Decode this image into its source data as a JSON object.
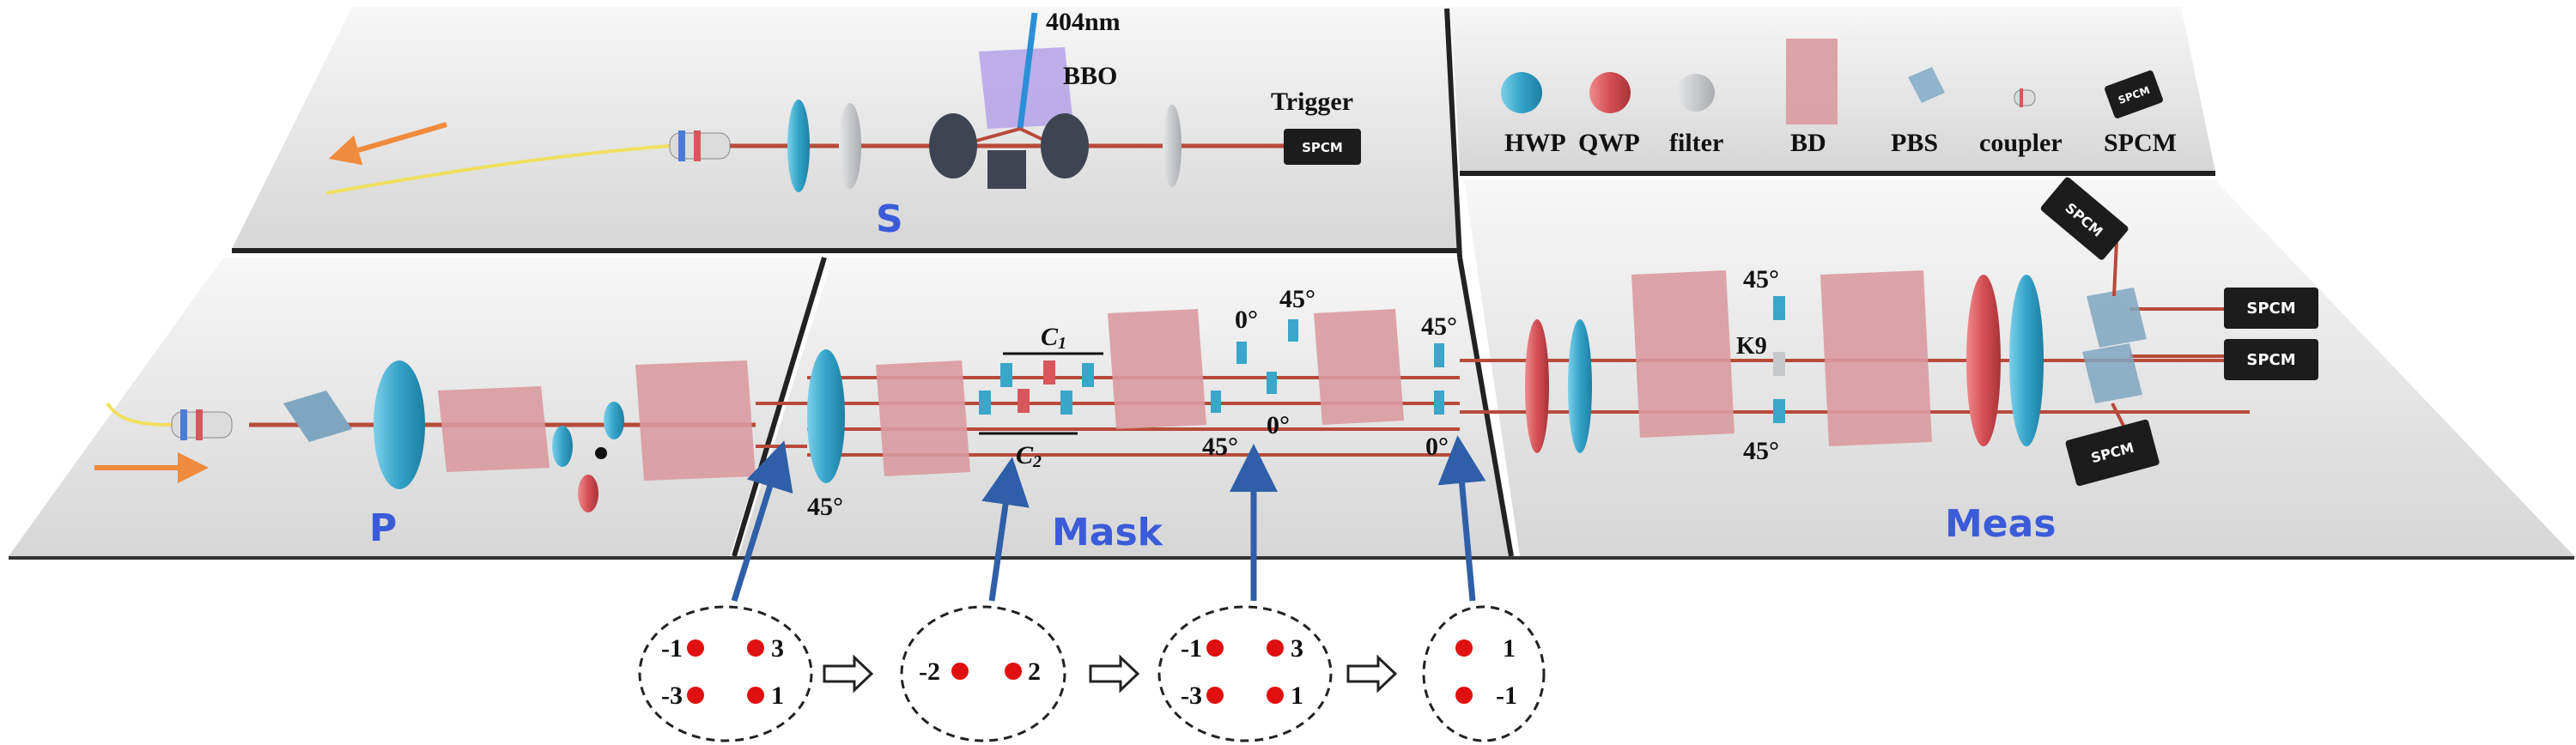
{
  "sections": {
    "source": "S",
    "preparation": "P",
    "mask": "Mask",
    "measurement": "Meas"
  },
  "source": {
    "wavelength": "404nm",
    "crystal": "BBO",
    "trigger": "Trigger",
    "detector": "SPCM"
  },
  "legend": [
    {
      "label": "HWP",
      "icon": "hwp-icon"
    },
    {
      "label": "QWP",
      "icon": "qwp-icon"
    },
    {
      "label": "filter",
      "icon": "filter-icon"
    },
    {
      "label": "BD",
      "icon": "bd-icon"
    },
    {
      "label": "PBS",
      "icon": "pbs-icon"
    },
    {
      "label": "coupler",
      "icon": "coupler-icon"
    },
    {
      "label": "SPCM",
      "icon": "spcm-icon"
    }
  ],
  "angles": {
    "p_hwp": "45°",
    "mask_top1": "0°",
    "mask_top2": "45°",
    "mask_bot1": "45°",
    "mask_bot2": "0°",
    "mask_right_top": "45°",
    "mask_right_bot": "0°",
    "meas_top": "45°",
    "meas_bot": "45°"
  },
  "components": {
    "c1": "C",
    "c1_sub": "1",
    "c2": "C",
    "c2_sub": "2",
    "k9": "K9"
  },
  "spcm_label": "SPCM",
  "states": [
    {
      "values": [
        "-1",
        "3",
        "-3",
        "1"
      ]
    },
    {
      "values": [
        "-2",
        "2"
      ]
    },
    {
      "values": [
        "-1",
        "3",
        "-3",
        "1"
      ]
    },
    {
      "values": [
        "1",
        "-1"
      ]
    }
  ],
  "colors": {
    "hwp": "#3aa6c9",
    "qwp": "#d9565c",
    "filter": "#b9bcc0",
    "bd": "#d99aa0",
    "pbs": "#7fa6bf",
    "beam": "#b84a3a",
    "arrow": "#2f5fa8",
    "section": "#3b5bd9",
    "pump": "#2b8fd8",
    "fiber": "#f0e060",
    "orange_arrow": "#f08a3c"
  }
}
